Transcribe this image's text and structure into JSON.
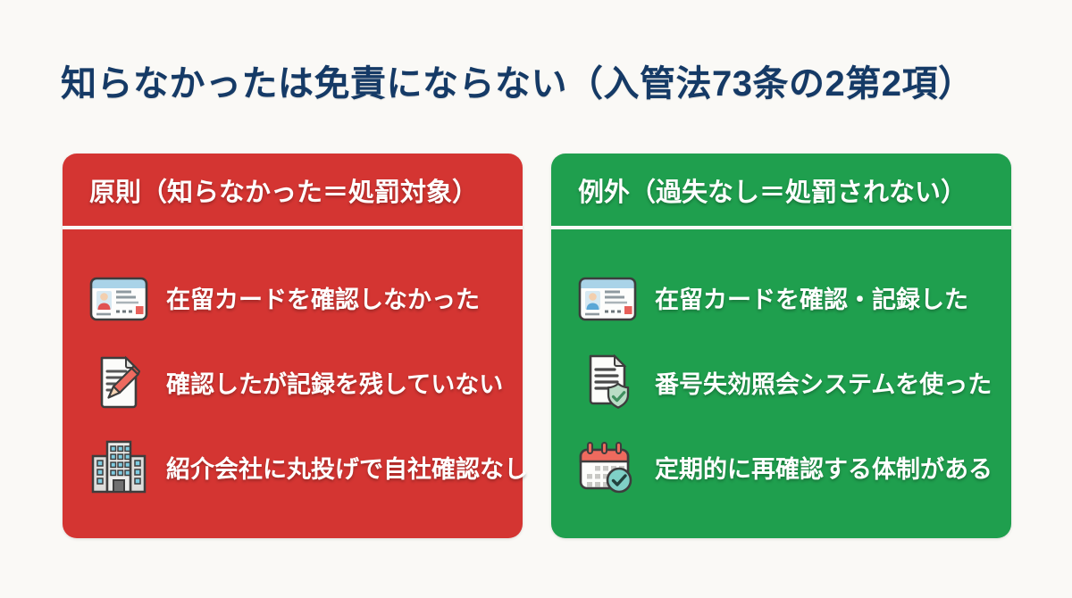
{
  "title": "知らなかったは免責にならない（入管法73条の2第2項）",
  "colors": {
    "background": "#faf9f6",
    "title_navy": "#153a66",
    "principle_red": "#d43532",
    "exception_green": "#1f9f4e",
    "text_on_card": "#ffffff"
  },
  "cards": [
    {
      "id": "principle",
      "header": "原則（知らなかった＝処罰対象）",
      "items": [
        {
          "icon": "id-card-icon",
          "text": "在留カードを確認しなかった"
        },
        {
          "icon": "document-pencil-icon",
          "text": "確認したが記録を残していない"
        },
        {
          "icon": "office-building-icon",
          "text": "紹介会社に丸投げで自社確認なし"
        }
      ]
    },
    {
      "id": "exception",
      "header": "例外（過失なし＝処罰されない）",
      "items": [
        {
          "icon": "id-card-icon",
          "text": "在留カードを確認・記録した"
        },
        {
          "icon": "document-shield-icon",
          "text": "番号失効照会システムを使った"
        },
        {
          "icon": "calendar-check-icon",
          "text": "定期的に再確認する体制がある"
        }
      ]
    }
  ]
}
